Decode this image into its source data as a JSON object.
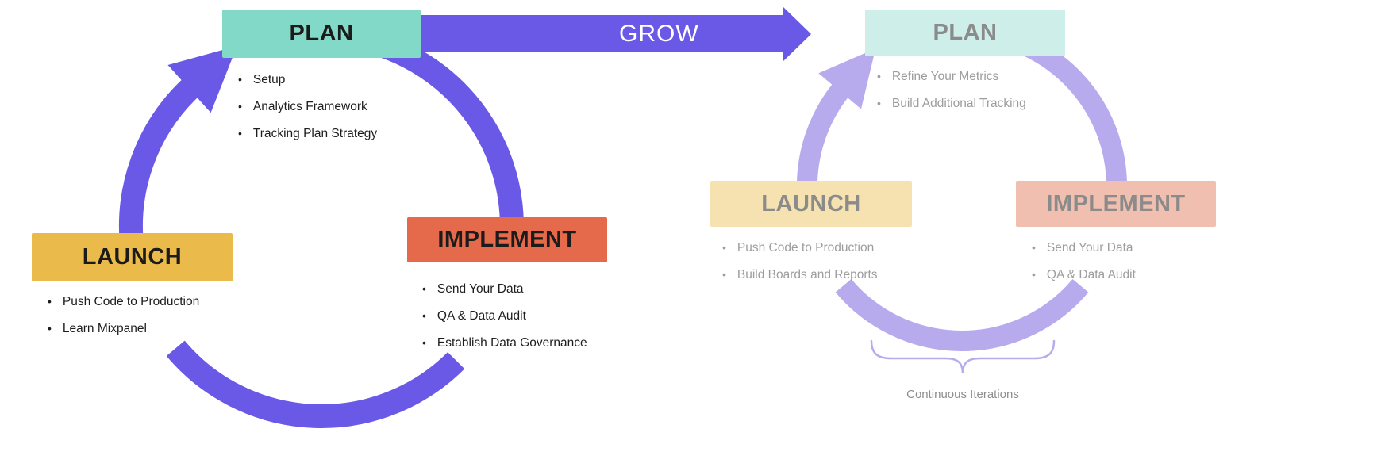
{
  "grow": {
    "label": "GROW"
  },
  "cycle1": {
    "plan": {
      "title": "PLAN",
      "items": [
        "Setup",
        "Analytics Framework",
        "Tracking Plan Strategy"
      ]
    },
    "implement": {
      "title": "IMPLEMENT",
      "items": [
        "Send Your Data",
        "QA & Data Audit",
        "Establish Data Governance"
      ]
    },
    "launch": {
      "title": "LAUNCH",
      "items": [
        "Push Code to Production",
        "Learn Mixpanel"
      ]
    }
  },
  "cycle2": {
    "plan": {
      "title": "PLAN",
      "items": [
        "Refine Your Metrics",
        "Build Additional Tracking"
      ]
    },
    "launch": {
      "title": "LAUNCH",
      "items": [
        "Push Code to Production",
        "Build Boards and Reports"
      ]
    },
    "implement": {
      "title": "IMPLEMENT",
      "items": [
        "Send Your Data",
        "QA & Data Audit"
      ]
    }
  },
  "caption": "Continuous Iterations",
  "colors": {
    "arrow_active": "#6a59e6",
    "arrow_faded": "#b7abee",
    "plan_active": "#82d9c8",
    "plan_faded": "#cdeee9",
    "implement_active": "#e5694b",
    "implement_faded": "#f1bfaf",
    "launch_active": "#eaba4b",
    "launch_faded": "#f5e2b0",
    "grow_text": "#ffffff",
    "faded_text": "#8b8b8b"
  }
}
